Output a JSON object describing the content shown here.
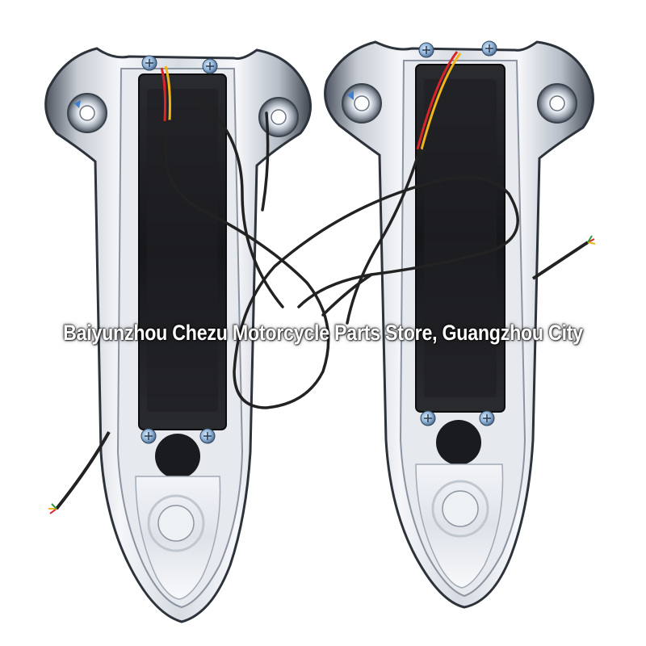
{
  "watermark": {
    "text": "Baiyunzhou Chezu Motorcycle Parts Store, Guangzhou City"
  },
  "colors": {
    "background": "#ffffff",
    "chrome_light": "#eef1f5",
    "chrome_mid": "#b9c0ca",
    "chrome_dark": "#5b6370",
    "lens_black": "#1c1d20",
    "screw": "#8fb3d9",
    "sticker": "#3f7fd0",
    "wire_black": "#222222",
    "wire_red": "#d8242a",
    "wire_yellow": "#f0b51c",
    "wire_green": "#2f9a3a"
  },
  "icons": {
    "left_unit": "chrome-turn-signal-housing",
    "right_unit": "chrome-turn-signal-housing",
    "screw": "phillips-screw"
  }
}
